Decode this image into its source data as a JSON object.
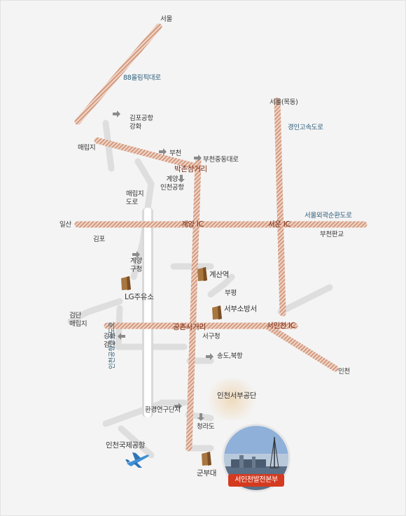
{
  "map": {
    "labels": {
      "seoul": "서울",
      "olympic_road": "88올림픽대로",
      "gimpo_airport": "김포공항\n강화",
      "maebongji1": "매립지",
      "bucheon": "부천",
      "bucheon_jungdong": "부천중동대로",
      "bakchon": "박촌삼거리",
      "gyeyang_incheon": "계양\n인천공항",
      "seoul_mokdong": "서울(목동)",
      "gyeongin": "경인고속도로",
      "maebongji_road": "매립지\n도로",
      "ilsan": "일산",
      "gyeyang_ic": "계양 IC",
      "seoun_ic": "서운 IC",
      "outer_ring": "서울외곽순환도로",
      "bucheon_tollgate": "부천판교",
      "gimpo": "김포",
      "gyeyang_gu": "계양\n구청",
      "gyesan_station": "계산역",
      "lg_gas": "LG주유소",
      "bupyeong": "부평",
      "seobu_fire": "서부소방서",
      "geomdan": "검단\n매립지",
      "gongchon": "공촌사거리",
      "seoincheon_ic": "서인천 IC",
      "ganghwa_geomdan": "강화\n검단",
      "seogu_office": "서구청",
      "incheon": "인천",
      "airport_expressway": "인천공항고속도로",
      "songdo": "송도,북항",
      "industrial": "인천서부공단",
      "env_research": "환경연구단지",
      "cheongna": "청라도",
      "incheon_airport": "인천국제공항",
      "gunbudae": "군부대",
      "plant_name": "서인천발전본부"
    },
    "icons": [
      "arrow-icon",
      "building-icon",
      "airplane-icon",
      "power-plant-photo"
    ],
    "colors": {
      "background": "#f4f4f4",
      "main_road_stripe": "#d9a58e",
      "minor_road": "#dcdcdc",
      "junction_text": "#7a2a12",
      "road_name_text": "#2a5a78",
      "plant_label_bg": "#d43a1f"
    }
  }
}
